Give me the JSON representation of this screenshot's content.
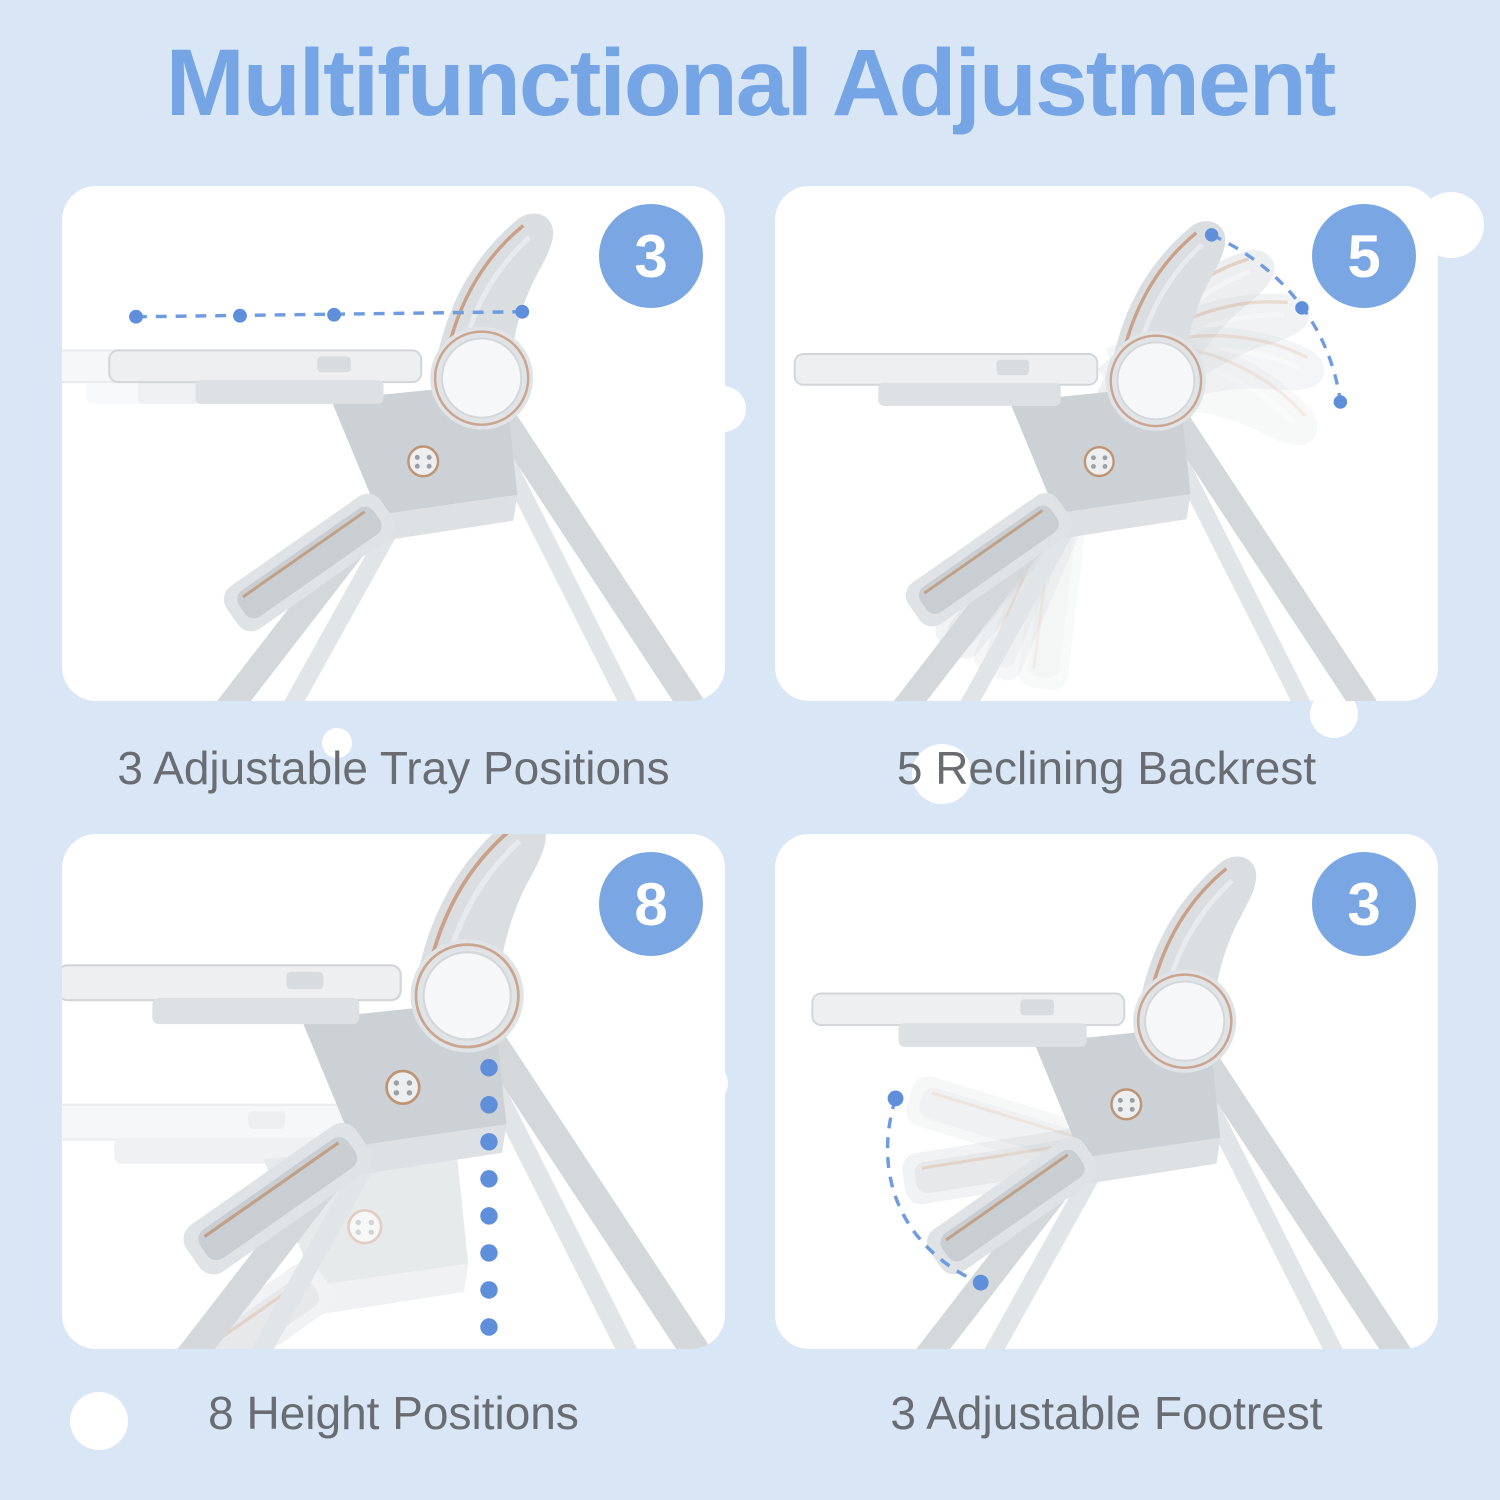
{
  "title": "Multifunctional Adjustment",
  "colors": {
    "background": "#d9e6f6",
    "title_blue": "#76a5e6",
    "badge_blue": "#7aa6e4",
    "annotation_blue": "#5f8edb",
    "caption_gray": "#696d72",
    "chair_gray": "#d4d8db",
    "chair_accent_gold": "#c69a80"
  },
  "panels": [
    {
      "id": "tray",
      "badge": "3",
      "caption": "3 Adjustable Tray Positions"
    },
    {
      "id": "recline",
      "badge": "5",
      "caption": "5 Reclining Backrest"
    },
    {
      "id": "height",
      "badge": "8",
      "caption": "8 Height Positions"
    },
    {
      "id": "footrest",
      "badge": "3",
      "caption": "3 Adjustable Footrest"
    }
  ]
}
